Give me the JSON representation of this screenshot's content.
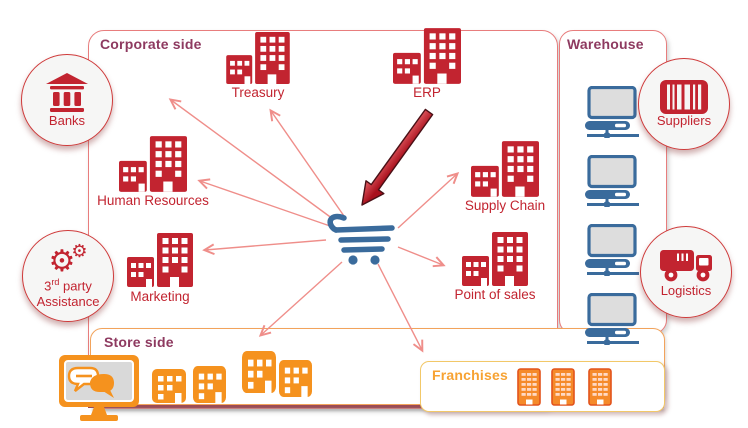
{
  "corporate": {
    "title": "Corporate side",
    "departments": [
      {
        "label": "Treasury"
      },
      {
        "label": "ERP"
      },
      {
        "label": "Human Resources"
      },
      {
        "label": "Supply Chain"
      },
      {
        "label": "Marketing"
      },
      {
        "label": "Point of sales"
      }
    ]
  },
  "warehouse": {
    "title": "Warehouse",
    "server_count": 4
  },
  "store": {
    "title": "Store side",
    "building_count": 4
  },
  "franchises": {
    "title": "Franchises",
    "building_count": 3
  },
  "partners": {
    "banks": {
      "label": "Banks",
      "icon": "bank-icon"
    },
    "suppliers": {
      "label": "Suppliers",
      "icon": "barcode-icon"
    },
    "third_party": {
      "l1a": "3",
      "l1b": "rd",
      "l1c": " party",
      "line2": "Assistance",
      "icon": "gears-icon"
    },
    "logistics": {
      "label": "Logistics",
      "icon": "truck-icon"
    }
  },
  "center": {
    "icon": "shopping-cart-icon"
  },
  "colors": {
    "crimson": "#c22430",
    "box_border": "#e87d7d",
    "title_mauve": "#8e3a60",
    "orange": "#f5921e",
    "franchise_gold": "#f2c868",
    "blue": "#3a6b9c",
    "arrow_salmon": "#ef8e8a",
    "bottom_maroon": "#9c4a55"
  }
}
